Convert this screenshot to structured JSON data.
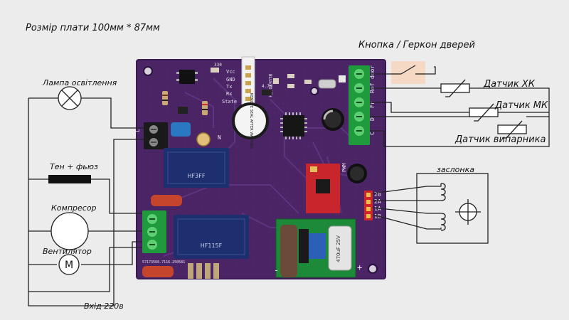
{
  "title": "Розмір плати 100мм * 87мм",
  "labels": {
    "door": "Кнопка / Геркон дверей",
    "sensor_xk": "Датчик ХК",
    "sensor_mk": "Датчик МК",
    "sensor_evap": "Датчик випарника",
    "damper": "заслонка",
    "lamp": "Лампа освітлення",
    "heater": "Тен + фьюз",
    "compressor": "Компресор",
    "fan": "Вентилятор",
    "input": "Вхід 220в",
    "fan_symbol": "M"
  },
  "silkscreen": {
    "r330": "330",
    "vcc": "Vcc",
    "gnd": "GND",
    "tx": "Tx",
    "rx": "Rx",
    "state": "State",
    "bluetooth": "BLUETOOTH",
    "r47k": "4.7K",
    "door": "door",
    "ref": "Ref",
    "fr": "Fr",
    "d": "D",
    "c": "C",
    "pwm": "PWM",
    "l": "L",
    "n": "N",
    "pins_2b": "2B",
    "pins_2a": "2A",
    "pins_1a": "1A",
    "pins_1b": "1B",
    "buzzer": "REMOVE SEAL AFTER WASHING",
    "relay_top": "HF3FF",
    "relay_bottom": "HF115F",
    "cap_text": "470uF 25V",
    "board_code": "57173566.7116.250581",
    "minus": "-",
    "plus": "+"
  },
  "colors": {
    "pcb": "#4a2464",
    "pcb_edge": "#3a1a52",
    "terminal": "#1f9a3c",
    "relay": "#1d2f6e",
    "driver": "#c8262c",
    "capacitor_red": "#c4452b",
    "wire": "#222222",
    "door_highlight": "#f6d9c4"
  }
}
